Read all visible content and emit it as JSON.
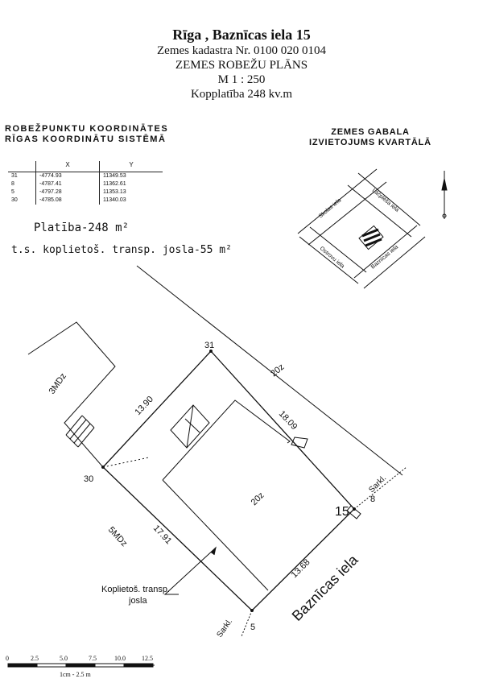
{
  "header": {
    "title": "Rīga , Baznīcas iela 15",
    "cadastre": "Zemes kadastra Nr. 0100 020 0104",
    "plan_name": "ZEMES ROBEŽU PLĀNS",
    "scale": "M 1 : 250",
    "total_area": "Kopplatība 248 kv.m"
  },
  "coordinates": {
    "title_line1": "ROBEŽPUNKTU KOORDINĀTES",
    "title_line2": "RĪGAS KOORDINĀTU SISTĒMĀ",
    "col_x": "X",
    "col_y": "Y",
    "rows": [
      {
        "pt": "31",
        "x": "-4774.93",
        "y": "11349.53"
      },
      {
        "pt": "8",
        "x": "-4787.41",
        "y": "11362.61"
      },
      {
        "pt": "5",
        "x": "-4797.28",
        "y": "11353.13"
      },
      {
        "pt": "30",
        "x": "-4785.08",
        "y": "11340.03"
      }
    ]
  },
  "areas": {
    "platiba": "Platība-248 m²",
    "josla": "t.s. koplietoš. transp. josla-55 m²"
  },
  "location": {
    "title_line1": "ZEMES GABALA",
    "title_line2": "IZVIETOJUMS KVARTĀLĀ",
    "streets": {
      "skolas": "Skolas iela",
      "lacplesa": "Lāčplēša iela",
      "ostrovu": "Ostrovu iela",
      "baznicas": "Baznīcas iela"
    }
  },
  "plan": {
    "point_31": "31",
    "point_30": "30",
    "point_15": "15",
    "point_8": "8",
    "point_5": "5",
    "dist_1390": "13.90",
    "dist_1809": "18.09",
    "dist_1791": "17.91",
    "dist_1368": "13.68",
    "bld_20z_top": "20z",
    "bld_20z_mid": "20z",
    "bld_3mdz": "3MDz",
    "bld_5mdz": "5MDz",
    "sarkl_top": "Sarkl.",
    "sarkl_bottom": "Sarkl.",
    "josla_label_line1": "Koplietoš. transp.",
    "josla_label_line2": "josla",
    "street": "Baznīcas iela"
  },
  "scalebar": {
    "ticks": [
      "0",
      "2.5",
      "5.0",
      "7.5",
      "10.0",
      "12.5"
    ],
    "legend": "1cm - 2.5 m"
  }
}
